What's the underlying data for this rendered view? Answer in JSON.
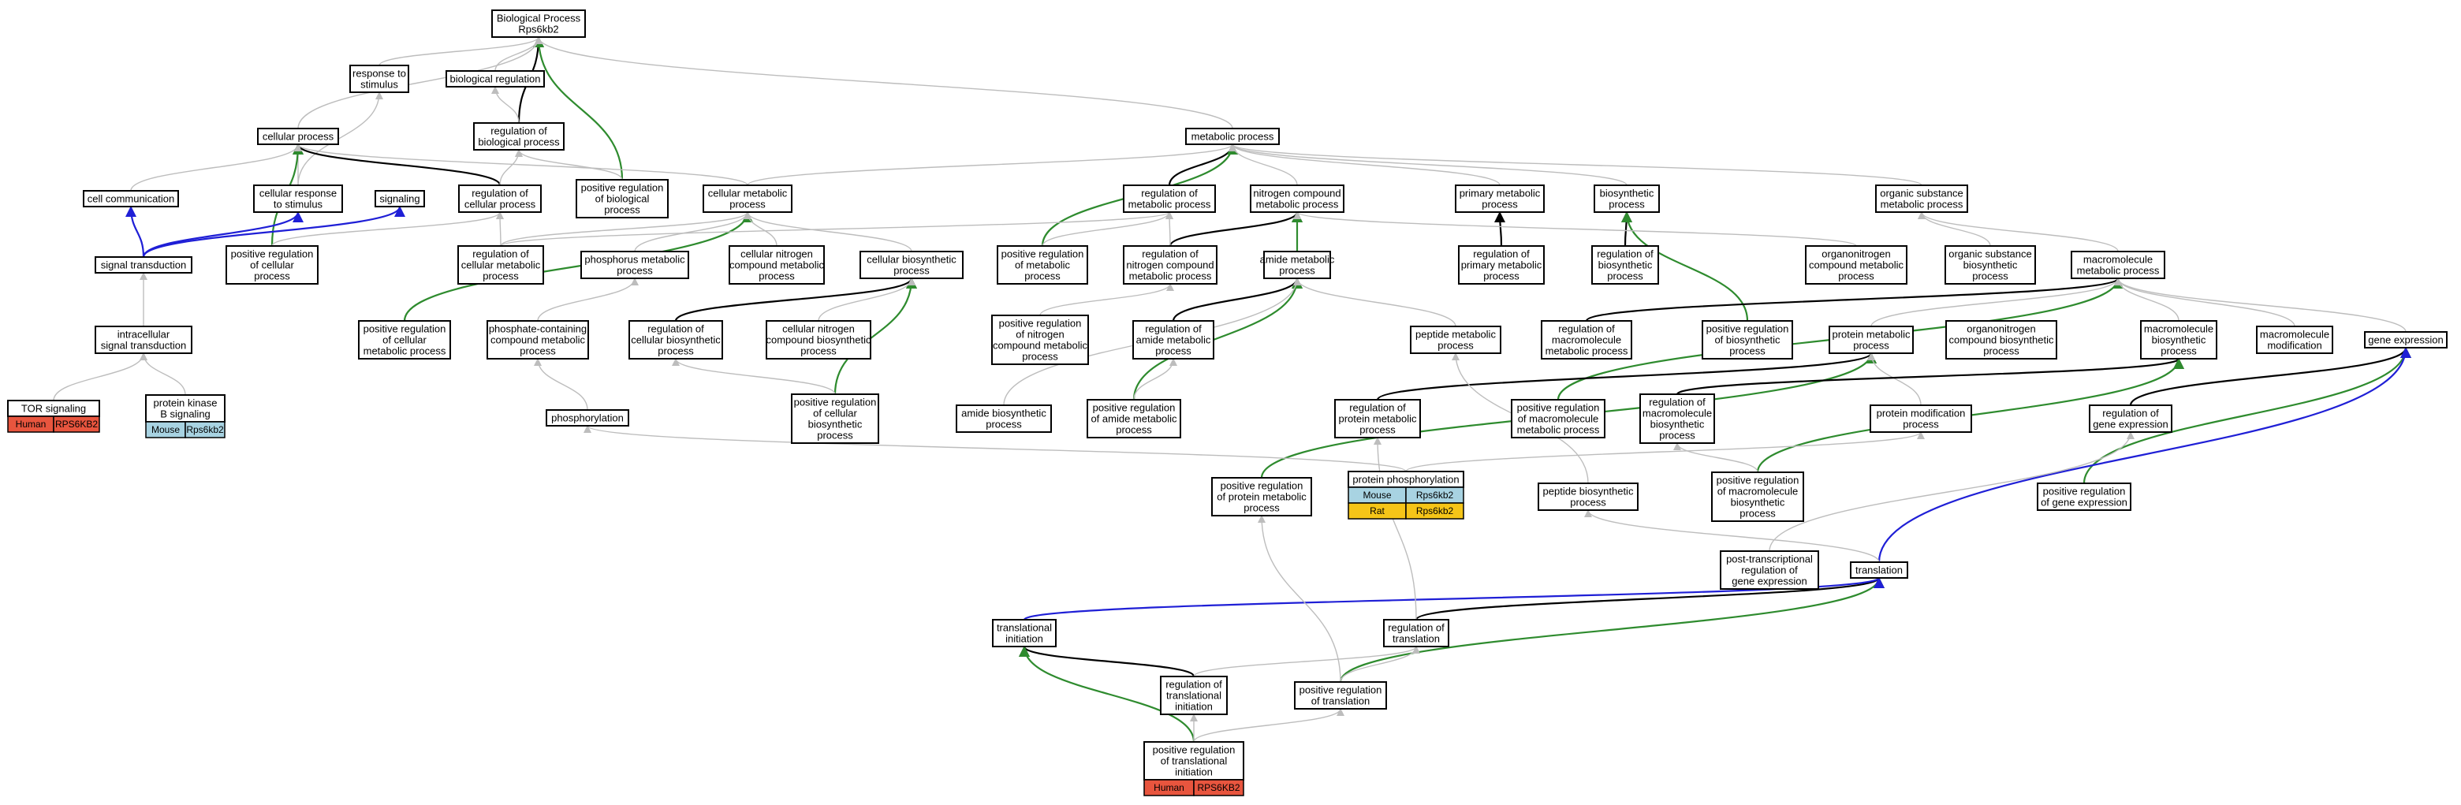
{
  "colors": {
    "gray_edge": "#bdbdbd",
    "black_edge": "#000000",
    "green_edge": "#2e8b2e",
    "blue_edge": "#1f1fd6",
    "human": "#e8553e",
    "mouse": "#a8d3e2",
    "rat": "#f5c518"
  },
  "nodes": [
    {
      "id": "bp",
      "lines": [
        "Biological Process",
        "Rps6kb2"
      ]
    },
    {
      "id": "rts",
      "lines": [
        "response to",
        "stimulus"
      ]
    },
    {
      "id": "breg",
      "lines": [
        "biological regulation"
      ]
    },
    {
      "id": "rbp",
      "lines": [
        "regulation of",
        "biological process"
      ]
    },
    {
      "id": "cp",
      "lines": [
        "cellular process"
      ]
    },
    {
      "id": "mp",
      "lines": [
        "metabolic process"
      ]
    },
    {
      "id": "cc",
      "lines": [
        "cell communication"
      ]
    },
    {
      "id": "crs",
      "lines": [
        "cellular response",
        "to stimulus"
      ]
    },
    {
      "id": "sig",
      "lines": [
        "signaling"
      ]
    },
    {
      "id": "rcp",
      "lines": [
        "regulation of",
        "cellular process"
      ]
    },
    {
      "id": "prbp",
      "lines": [
        "positive regulation",
        "of biological",
        "process"
      ]
    },
    {
      "id": "cmp",
      "lines": [
        "cellular metabolic",
        "process"
      ]
    },
    {
      "id": "rmp",
      "lines": [
        "regulation of",
        "metabolic process"
      ]
    },
    {
      "id": "ncmp",
      "lines": [
        "nitrogen compound",
        "metabolic process"
      ]
    },
    {
      "id": "pmp",
      "lines": [
        "primary metabolic",
        "process"
      ]
    },
    {
      "id": "bsp",
      "lines": [
        "biosynthetic",
        "process"
      ]
    },
    {
      "id": "osmp",
      "lines": [
        "organic substance",
        "metabolic process"
      ]
    },
    {
      "id": "st",
      "lines": [
        "signal transduction"
      ]
    },
    {
      "id": "prcp",
      "lines": [
        "positive regulation",
        "of cellular",
        "process"
      ]
    },
    {
      "id": "rcmp",
      "lines": [
        "regulation of",
        "cellular metabolic",
        "process"
      ]
    },
    {
      "id": "phmp",
      "lines": [
        "phosphorus metabolic",
        "process"
      ]
    },
    {
      "id": "cncmp",
      "lines": [
        "cellular nitrogen",
        "compound metabolic",
        "process"
      ]
    },
    {
      "id": "cbp",
      "lines": [
        "cellular biosynthetic",
        "process"
      ]
    },
    {
      "id": "prmp",
      "lines": [
        "positive regulation",
        "of metabolic",
        "process"
      ]
    },
    {
      "id": "rncmp",
      "lines": [
        "regulation of",
        "nitrogen compound",
        "metabolic process"
      ]
    },
    {
      "id": "amp",
      "lines": [
        "amide metabolic",
        "process"
      ]
    },
    {
      "id": "rpmp",
      "lines": [
        "regulation of",
        "primary metabolic",
        "process"
      ]
    },
    {
      "id": "rbsp",
      "lines": [
        "regulation of",
        "biosynthetic",
        "process"
      ]
    },
    {
      "id": "onmp",
      "lines": [
        "organonitrogen",
        "compound metabolic",
        "process"
      ]
    },
    {
      "id": "osbp",
      "lines": [
        "organic substance",
        "biosynthetic",
        "process"
      ]
    },
    {
      "id": "macmp",
      "lines": [
        "macromolecule",
        "metabolic process"
      ]
    },
    {
      "id": "isd",
      "lines": [
        "intracellular",
        "signal transduction"
      ]
    },
    {
      "id": "prcmp",
      "lines": [
        "positive regulation",
        "of cellular",
        "metabolic process"
      ]
    },
    {
      "id": "pcmp",
      "lines": [
        "phosphate-containing",
        "compound metabolic",
        "process"
      ]
    },
    {
      "id": "rcbp",
      "lines": [
        "regulation of",
        "cellular biosynthetic",
        "process"
      ]
    },
    {
      "id": "cncbp",
      "lines": [
        "cellular nitrogen",
        "compound biosynthetic",
        "process"
      ]
    },
    {
      "id": "prncmp",
      "lines": [
        "positive regulation",
        "of nitrogen",
        "compound metabolic",
        "process"
      ]
    },
    {
      "id": "ramp",
      "lines": [
        "regulation of",
        "amide metabolic",
        "process"
      ]
    },
    {
      "id": "pepmp",
      "lines": [
        "peptide metabolic",
        "process"
      ]
    },
    {
      "id": "rmacmp",
      "lines": [
        "regulation of",
        "macromolecule",
        "metabolic process"
      ]
    },
    {
      "id": "prbsp",
      "lines": [
        "positive regulation",
        "of biosynthetic",
        "process"
      ]
    },
    {
      "id": "protmp",
      "lines": [
        "protein metabolic",
        "process"
      ]
    },
    {
      "id": "oncbp",
      "lines": [
        "organonitrogen",
        "compound biosynthetic",
        "process"
      ]
    },
    {
      "id": "macbp",
      "lines": [
        "macromolecule",
        "biosynthetic",
        "process"
      ]
    },
    {
      "id": "macmod",
      "lines": [
        "macromolecule",
        "modification"
      ]
    },
    {
      "id": "ge",
      "lines": [
        "gene expression"
      ]
    },
    {
      "id": "tor",
      "lines": [
        "TOR signaling"
      ]
    },
    {
      "id": "pkb",
      "lines": [
        "protein kinase",
        "B signaling"
      ]
    },
    {
      "id": "phos",
      "lines": [
        "phosphorylation"
      ]
    },
    {
      "id": "prcbp",
      "lines": [
        "positive regulation",
        "of cellular",
        "biosynthetic",
        "process"
      ]
    },
    {
      "id": "abp",
      "lines": [
        "amide biosynthetic",
        "process"
      ]
    },
    {
      "id": "pramp",
      "lines": [
        "positive regulation",
        "of amide metabolic",
        "process"
      ]
    },
    {
      "id": "rprotmp",
      "lines": [
        "regulation of",
        "protein metabolic",
        "process"
      ]
    },
    {
      "id": "prmacmp",
      "lines": [
        "positive regulation",
        "of macromolecule",
        "metabolic process"
      ]
    },
    {
      "id": "rmacbp",
      "lines": [
        "regulation of",
        "macromolecule",
        "biosynthetic",
        "process"
      ]
    },
    {
      "id": "pmod",
      "lines": [
        "protein modification",
        "process"
      ]
    },
    {
      "id": "rge",
      "lines": [
        "regulation of",
        "gene expression"
      ]
    },
    {
      "id": "pphos",
      "lines": [
        "protein phosphorylation"
      ]
    },
    {
      "id": "prprotmp",
      "lines": [
        "positive regulation",
        "of protein metabolic",
        "process"
      ]
    },
    {
      "id": "pepbp",
      "lines": [
        "peptide biosynthetic",
        "process"
      ]
    },
    {
      "id": "prmacbp",
      "lines": [
        "positive regulation",
        "of macromolecule",
        "biosynthetic",
        "process"
      ]
    },
    {
      "id": "prge",
      "lines": [
        "positive regulation",
        "of gene expression"
      ]
    },
    {
      "id": "ptrge",
      "lines": [
        "post-transcriptional",
        "regulation of",
        "gene expression"
      ]
    },
    {
      "id": "trl",
      "lines": [
        "translation"
      ]
    },
    {
      "id": "ti",
      "lines": [
        "translational",
        "initiation"
      ]
    },
    {
      "id": "rt",
      "lines": [
        "regulation of",
        "translation"
      ]
    },
    {
      "id": "rti",
      "lines": [
        "regulation of",
        "translational",
        "initiation"
      ]
    },
    {
      "id": "prt",
      "lines": [
        "positive regulation",
        "of translation"
      ]
    },
    {
      "id": "prti",
      "lines": [
        "positive regulation",
        "of translational",
        "initiation"
      ]
    }
  ],
  "annotations": [
    {
      "node": "tor",
      "rows": [
        {
          "species": "Human",
          "gene": "RPS6KB2",
          "color": "human"
        }
      ]
    },
    {
      "node": "pkb",
      "rows": [
        {
          "species": "Mouse",
          "gene": "Rps6kb2",
          "color": "mouse"
        }
      ]
    },
    {
      "node": "pphos",
      "rows": [
        {
          "species": "Mouse",
          "gene": "Rps6kb2",
          "color": "mouse"
        },
        {
          "species": "Rat",
          "gene": "Rps6kb2",
          "color": "rat"
        }
      ]
    },
    {
      "node": "prti",
      "rows": [
        {
          "species": "Human",
          "gene": "RPS6KB2",
          "color": "human"
        }
      ]
    }
  ],
  "edges": [
    {
      "from": "rbp",
      "to": "bp",
      "kind": "black"
    },
    {
      "from": "prbp",
      "to": "bp",
      "kind": "green"
    },
    {
      "from": "rts",
      "to": "bp",
      "kind": "gray"
    },
    {
      "from": "breg",
      "to": "bp",
      "kind": "gray"
    },
    {
      "from": "cp",
      "to": "bp",
      "kind": "gray"
    },
    {
      "from": "mp",
      "to": "bp",
      "kind": "gray"
    },
    {
      "from": "rbp",
      "to": "breg",
      "kind": "gray"
    },
    {
      "from": "crs",
      "to": "rts",
      "kind": "gray"
    },
    {
      "from": "crs",
      "to": "cp",
      "kind": "gray"
    },
    {
      "from": "cc",
      "to": "cp",
      "kind": "gray"
    },
    {
      "from": "rcp",
      "to": "cp",
      "kind": "black"
    },
    {
      "from": "prcp",
      "to": "cp",
      "kind": "green"
    },
    {
      "from": "cmp",
      "to": "cp",
      "kind": "gray"
    },
    {
      "from": "rcp",
      "to": "rbp",
      "kind": "gray"
    },
    {
      "from": "prbp",
      "to": "rbp",
      "kind": "gray"
    },
    {
      "from": "st",
      "to": "cc",
      "kind": "blue"
    },
    {
      "from": "st",
      "to": "crs",
      "kind": "blue"
    },
    {
      "from": "st",
      "to": "sig",
      "kind": "blue"
    },
    {
      "from": "rmp",
      "to": "mp",
      "kind": "black"
    },
    {
      "from": "prmp",
      "to": "mp",
      "kind": "green"
    },
    {
      "from": "cmp",
      "to": "mp",
      "kind": "gray"
    },
    {
      "from": "ncmp",
      "to": "mp",
      "kind": "gray"
    },
    {
      "from": "pmp",
      "to": "mp",
      "kind": "gray"
    },
    {
      "from": "bsp",
      "to": "mp",
      "kind": "gray"
    },
    {
      "from": "osmp",
      "to": "mp",
      "kind": "gray"
    },
    {
      "from": "rncmp",
      "to": "ncmp",
      "kind": "black"
    },
    {
      "from": "amp",
      "to": "ncmp",
      "kind": "green"
    },
    {
      "from": "rpmp",
      "to": "pmp",
      "kind": "black"
    },
    {
      "from": "rbsp",
      "to": "bsp",
      "kind": "black"
    },
    {
      "from": "prbsp",
      "to": "bsp",
      "kind": "green"
    },
    {
      "from": "prcp",
      "to": "rcp",
      "kind": "gray"
    },
    {
      "from": "rcmp",
      "to": "rcp",
      "kind": "gray"
    },
    {
      "from": "prcmp",
      "to": "cmp",
      "kind": "green"
    },
    {
      "from": "rcmp",
      "to": "cmp",
      "kind": "gray"
    },
    {
      "from": "cncmp",
      "to": "cmp",
      "kind": "gray"
    },
    {
      "from": "phmp",
      "to": "cmp",
      "kind": "gray"
    },
    {
      "from": "cbp",
      "to": "cmp",
      "kind": "gray"
    },
    {
      "from": "rcmp",
      "to": "rmp",
      "kind": "gray"
    },
    {
      "from": "prmp",
      "to": "rmp",
      "kind": "gray"
    },
    {
      "from": "rncmp",
      "to": "rmp",
      "kind": "gray"
    },
    {
      "from": "isd",
      "to": "st",
      "kind": "gray"
    },
    {
      "from": "tor",
      "to": "isd",
      "kind": "gray"
    },
    {
      "from": "pkb",
      "to": "isd",
      "kind": "gray"
    },
    {
      "from": "rcbp",
      "to": "cbp",
      "kind": "black"
    },
    {
      "from": "prcbp",
      "to": "cbp",
      "kind": "green"
    },
    {
      "from": "cncbp",
      "to": "cbp",
      "kind": "gray"
    },
    {
      "from": "ramp",
      "to": "amp",
      "kind": "black"
    },
    {
      "from": "pramp",
      "to": "amp",
      "kind": "green"
    },
    {
      "from": "pepmp",
      "to": "amp",
      "kind": "gray"
    },
    {
      "from": "rmacmp",
      "to": "macmp",
      "kind": "black"
    },
    {
      "from": "prmacmp",
      "to": "macmp",
      "kind": "green"
    },
    {
      "from": "protmp",
      "to": "macmp",
      "kind": "gray"
    },
    {
      "from": "macbp",
      "to": "macmp",
      "kind": "gray"
    },
    {
      "from": "macmod",
      "to": "macmp",
      "kind": "gray"
    },
    {
      "from": "ge",
      "to": "macmp",
      "kind": "gray"
    },
    {
      "from": "rprotmp",
      "to": "protmp",
      "kind": "black"
    },
    {
      "from": "prprotmp",
      "to": "protmp",
      "kind": "green"
    },
    {
      "from": "pmod",
      "to": "protmp",
      "kind": "gray"
    },
    {
      "from": "rmacbp",
      "to": "macbp",
      "kind": "black"
    },
    {
      "from": "prmacbp",
      "to": "macbp",
      "kind": "green"
    },
    {
      "from": "rge",
      "to": "ge",
      "kind": "black"
    },
    {
      "from": "prge",
      "to": "ge",
      "kind": "green"
    },
    {
      "from": "trl",
      "to": "ge",
      "kind": "blue"
    },
    {
      "from": "rt",
      "to": "trl",
      "kind": "black"
    },
    {
      "from": "prt",
      "to": "trl",
      "kind": "green"
    },
    {
      "from": "ti",
      "to": "trl",
      "kind": "blue"
    },
    {
      "from": "rti",
      "to": "ti",
      "kind": "black"
    },
    {
      "from": "prti",
      "to": "ti",
      "kind": "green"
    },
    {
      "from": "prti",
      "to": "rti",
      "kind": "gray"
    },
    {
      "from": "prti",
      "to": "prt",
      "kind": "gray"
    },
    {
      "from": "rti",
      "to": "rt",
      "kind": "gray"
    },
    {
      "from": "prt",
      "to": "rt",
      "kind": "gray"
    },
    {
      "from": "phos",
      "to": "pcmp",
      "kind": "gray"
    },
    {
      "from": "pcmp",
      "to": "phmp",
      "kind": "gray"
    },
    {
      "from": "pphos",
      "to": "phos",
      "kind": "gray"
    },
    {
      "from": "pphos",
      "to": "pmod",
      "kind": "gray"
    },
    {
      "from": "abp",
      "to": "amp",
      "kind": "gray"
    },
    {
      "from": "pepbp",
      "to": "pepmp",
      "kind": "gray"
    },
    {
      "from": "trl",
      "to": "pepbp",
      "kind": "gray"
    },
    {
      "from": "ptrge",
      "to": "rge",
      "kind": "gray"
    },
    {
      "from": "prmacbp",
      "to": "rmacbp",
      "kind": "gray"
    },
    {
      "from": "prcbp",
      "to": "rcbp",
      "kind": "gray"
    },
    {
      "from": "pramp",
      "to": "ramp",
      "kind": "gray"
    },
    {
      "from": "prncmp",
      "to": "rncmp",
      "kind": "gray"
    },
    {
      "from": "onmp",
      "to": "ncmp",
      "kind": "gray"
    },
    {
      "from": "osbp",
      "to": "osmp",
      "kind": "gray"
    },
    {
      "from": "macmp",
      "to": "osmp",
      "kind": "gray"
    },
    {
      "from": "rt",
      "to": "rprotmp",
      "kind": "gray"
    },
    {
      "from": "prt",
      "to": "prprotmp",
      "kind": "gray"
    }
  ]
}
